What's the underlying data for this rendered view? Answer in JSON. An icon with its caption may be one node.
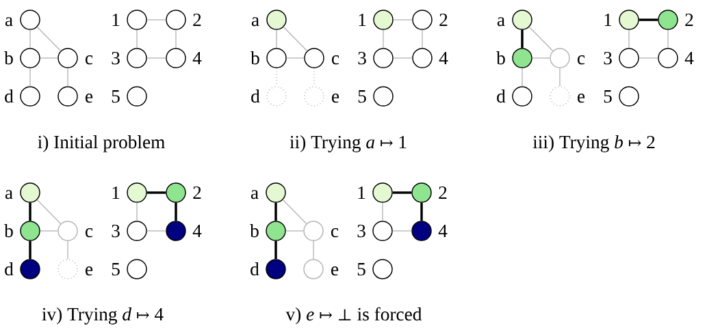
{
  "diagram": {
    "nodes": [
      {
        "text": [],
        "shape": "circle",
        "beside": [
          "a"
        ]
      },
      {
        "text": [],
        "shape": "circle",
        "beside": [
          "b"
        ]
      },
      {
        "text": [],
        "shape": "circle",
        "beside": [
          "c"
        ]
      },
      {
        "text": [],
        "shape": "circle",
        "beside": [
          "d"
        ]
      },
      {
        "text": [],
        "shape": "circle",
        "beside": [
          "e"
        ]
      },
      {
        "text": [],
        "shape": "circle",
        "beside": [
          "1"
        ]
      },
      {
        "text": [],
        "shape": "circle",
        "beside": [
          "2"
        ]
      },
      {
        "text": [],
        "shape": "circle",
        "beside": [
          "3"
        ]
      },
      {
        "text": [],
        "shape": "circle",
        "beside": [
          "4"
        ]
      },
      {
        "text": [],
        "shape": "circle",
        "beside": [
          "5"
        ]
      },
      {
        "text": [],
        "shape": "circle",
        "beside": [
          "a"
        ]
      },
      {
        "text": [],
        "shape": "circle",
        "beside": [
          "b"
        ]
      },
      {
        "text": [],
        "shape": "circle",
        "beside": [
          "c"
        ]
      },
      {
        "text": [],
        "shape": "circle",
        "beside": [
          "d"
        ]
      },
      {
        "text": [],
        "shape": "circle",
        "beside": [
          "e"
        ]
      },
      {
        "text": [],
        "shape": "circle",
        "beside": [
          "1"
        ]
      },
      {
        "text": [],
        "shape": "circle",
        "beside": [
          "2"
        ]
      },
      {
        "text": [],
        "shape": "circle",
        "beside": [
          "3"
        ]
      },
      {
        "text": [],
        "shape": "circle",
        "beside": [
          "4"
        ]
      },
      {
        "text": [],
        "shape": "circle",
        "beside": [
          "5"
        ]
      },
      {
        "text": [],
        "shape": "circle",
        "beside": [
          "a"
        ]
      },
      {
        "text": [],
        "shape": "circle",
        "beside": [
          "b"
        ]
      },
      {
        "text": [],
        "shape": "circle",
        "beside": [
          "c"
        ]
      },
      {
        "text": [],
        "shape": "circle",
        "beside": [
          "d"
        ]
      },
      {
        "text": [],
        "shape": "circle",
        "beside": [
          "e"
        ]
      },
      {
        "text": [],
        "shape": "circle",
        "beside": [
          "1"
        ]
      },
      {
        "text": [],
        "shape": "circle",
        "beside": [
          "2"
        ]
      },
      {
        "text": [],
        "shape": "circle",
        "beside": [
          "3"
        ]
      },
      {
        "text": [],
        "shape": "circle",
        "beside": [
          "4"
        ]
      },
      {
        "text": [],
        "shape": "circle",
        "beside": [
          "5"
        ]
      },
      {
        "text": [],
        "shape": "circle",
        "beside": [
          "a"
        ]
      },
      {
        "text": [],
        "shape": "circle",
        "beside": [
          "b"
        ]
      },
      {
        "text": [],
        "shape": "circle",
        "beside": [
          "c"
        ]
      },
      {
        "text": [],
        "shape": "circle",
        "beside": [
          "d"
        ]
      },
      {
        "text": [],
        "shape": "circle",
        "beside": [
          "e"
        ]
      },
      {
        "text": [],
        "shape": "circle",
        "beside": [
          "1"
        ]
      },
      {
        "text": [],
        "shape": "circle",
        "beside": [
          "2"
        ]
      },
      {
        "text": [],
        "shape": "circle",
        "beside": [
          "3"
        ]
      },
      {
        "text": [],
        "shape": "circle",
        "beside": [
          "4"
        ]
      },
      {
        "text": [],
        "shape": "circle",
        "beside": [
          "5"
        ]
      },
      {
        "text": [],
        "shape": "circle",
        "beside": [
          "a"
        ]
      },
      {
        "text": [],
        "shape": "circle",
        "beside": [
          "b"
        ]
      },
      {
        "text": [],
        "shape": "circle",
        "beside": [
          "c"
        ]
      },
      {
        "text": [],
        "shape": "circle",
        "beside": [
          "d"
        ]
      },
      {
        "text": [],
        "shape": "circle",
        "beside": [
          "e"
        ]
      },
      {
        "text": [],
        "shape": "circle",
        "beside": [
          "1"
        ]
      },
      {
        "text": [],
        "shape": "circle",
        "beside": [
          "2"
        ]
      },
      {
        "text": [],
        "shape": "circle",
        "beside": [
          "3"
        ]
      },
      {
        "text": [],
        "shape": "circle",
        "beside": [
          "4"
        ]
      },
      {
        "text": [],
        "shape": "circle",
        "beside": [
          "5"
        ]
      }
    ],
    "edges": [
      {
        "from": 0,
        "to": 1,
        "arrow": "none"
      },
      {
        "from": 0,
        "to": 2,
        "arrow": "none"
      },
      {
        "from": 1,
        "to": 2,
        "arrow": "none"
      },
      {
        "from": 1,
        "to": 3,
        "arrow": "none"
      },
      {
        "from": 2,
        "to": 4,
        "arrow": "none"
      },
      {
        "from": 5,
        "to": 6,
        "arrow": "none"
      },
      {
        "from": 5,
        "to": 7,
        "arrow": "none"
      },
      {
        "from": 6,
        "to": 8,
        "arrow": "none"
      },
      {
        "from": 7,
        "to": 8,
        "arrow": "none"
      },
      {
        "from": 10,
        "to": 11,
        "arrow": "none"
      },
      {
        "from": 10,
        "to": 12,
        "arrow": "none"
      },
      {
        "from": 11,
        "to": 12,
        "arrow": "none"
      },
      {
        "from": 11,
        "to": 13,
        "arrow": "none",
        "style": "dashed"
      },
      {
        "from": 12,
        "to": 14,
        "arrow": "none",
        "style": "dashed"
      },
      {
        "from": 15,
        "to": 16,
        "arrow": "none"
      },
      {
        "from": 15,
        "to": 17,
        "arrow": "none"
      },
      {
        "from": 16,
        "to": 18,
        "arrow": "none"
      },
      {
        "from": 17,
        "to": 18,
        "arrow": "none"
      },
      {
        "from": 20,
        "to": 21,
        "arrow": "none",
        "style": "thick",
        "color": "#000000"
      },
      {
        "from": 20,
        "to": 22,
        "arrow": "none"
      },
      {
        "from": 21,
        "to": 22,
        "arrow": "none"
      },
      {
        "from": 21,
        "to": 23,
        "arrow": "none"
      },
      {
        "from": 22,
        "to": 24,
        "arrow": "none"
      },
      {
        "from": 25,
        "to": 26,
        "arrow": "none",
        "style": "thick",
        "color": "#000000"
      },
      {
        "from": 25,
        "to": 27,
        "arrow": "none"
      },
      {
        "from": 26,
        "to": 28,
        "arrow": "none"
      },
      {
        "from": 27,
        "to": 28,
        "arrow": "none"
      },
      {
        "from": 30,
        "to": 31,
        "arrow": "none",
        "style": "thick",
        "color": "#000000"
      },
      {
        "from": 30,
        "to": 32,
        "arrow": "none"
      },
      {
        "from": 31,
        "to": 32,
        "arrow": "none"
      },
      {
        "from": 31,
        "to": 33,
        "arrow": "none",
        "style": "thick",
        "color": "#000000"
      },
      {
        "from": 32,
        "to": 34,
        "arrow": "none"
      },
      {
        "from": 35,
        "to": 36,
        "arrow": "none",
        "style": "thick",
        "color": "#000000"
      },
      {
        "from": 35,
        "to": 37,
        "arrow": "none"
      },
      {
        "from": 36,
        "to": 38,
        "arrow": "none",
        "style": "thick",
        "color": "#000000"
      },
      {
        "from": 37,
        "to": 38,
        "arrow": "none"
      },
      {
        "from": 40,
        "to": 41,
        "arrow": "none",
        "style": "thick",
        "color": "#000000"
      },
      {
        "from": 40,
        "to": 42,
        "arrow": "none"
      },
      {
        "from": 41,
        "to": 42,
        "arrow": "none"
      },
      {
        "from": 41,
        "to": 43,
        "arrow": "none",
        "style": "thick",
        "color": "#000000"
      },
      {
        "from": 42,
        "to": 44,
        "arrow": "none"
      },
      {
        "from": 45,
        "to": 46,
        "arrow": "none",
        "style": "thick",
        "color": "#000000"
      },
      {
        "from": 45,
        "to": 47,
        "arrow": "none"
      },
      {
        "from": 46,
        "to": 48,
        "arrow": "none",
        "style": "thick",
        "color": "#000000"
      },
      {
        "from": 47,
        "to": 48,
        "arrow": "none"
      }
    ],
    "labels": [
      "i) Initial problem",
      "ii) Trying *a* ↦ 1",
      "iii) Trying *b* ↦ 2",
      "iv) Trying *d* ↦ 4",
      "v) *e* ↦ ⊥ is forced"
    ]
  }
}
